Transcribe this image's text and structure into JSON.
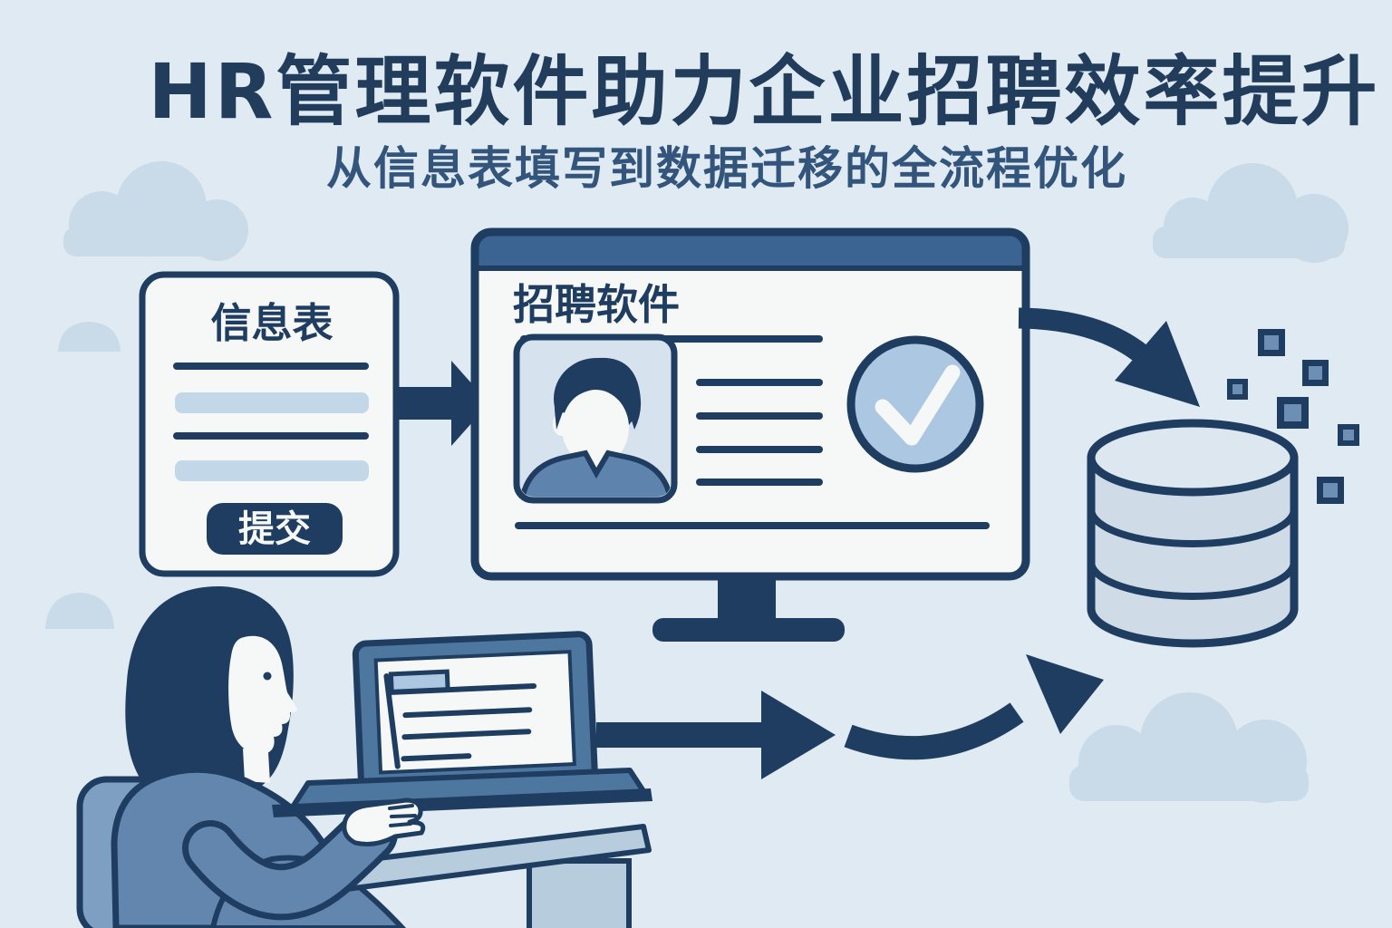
{
  "header": {
    "title": "HR管理软件助力企业招聘效率提升",
    "subtitle": "从信息表填写到数据迁移的全流程优化"
  },
  "form_card": {
    "title": "信息表",
    "submit_label": "提交",
    "field_rows": 2
  },
  "monitor": {
    "app_title": "招聘软件",
    "profile_lines": 4,
    "status": "approved-checkmark"
  },
  "icons": {
    "form": "form-card-icon",
    "arrow_right": "arrow-right-icon",
    "monitor": "monitor-icon",
    "avatar": "candidate-avatar-icon",
    "checkmark": "check-circle-icon",
    "curved_arrow_down": "curved-arrow-down-icon",
    "database": "database-cylinder-icon",
    "data_bits": "data-squares-icon",
    "laptop": "laptop-icon",
    "document": "document-folder-icon",
    "curved_arrow_up": "curved-arrow-up-icon",
    "clouds": "cloud-icon",
    "worker": "hr-woman-at-desk"
  },
  "colors": {
    "background": "#dfeaf3",
    "navy": "#1f3d60",
    "title_text": "#223c5c",
    "subtitle_text": "#33557c",
    "monitor_bar_blue": "#3c6492",
    "cloud_blue": "#c9dae8",
    "light_bar_blue": "#c2d7e8",
    "avatar_bg": "#d6e3ef",
    "check_circle_fill": "#abc7e2",
    "shirt_blue": "#5e84ad",
    "sweater_blue": "#6286ae",
    "chair_blue": "#7e9ec2",
    "laptop_blue": "#4e779f",
    "desk_blue": "#b7ccdd",
    "database_fill": "#cfdce7",
    "database_top_fill": "#dde7ef",
    "square_inner": "#6d8fb3",
    "screen_white": "#f6f7f7"
  }
}
